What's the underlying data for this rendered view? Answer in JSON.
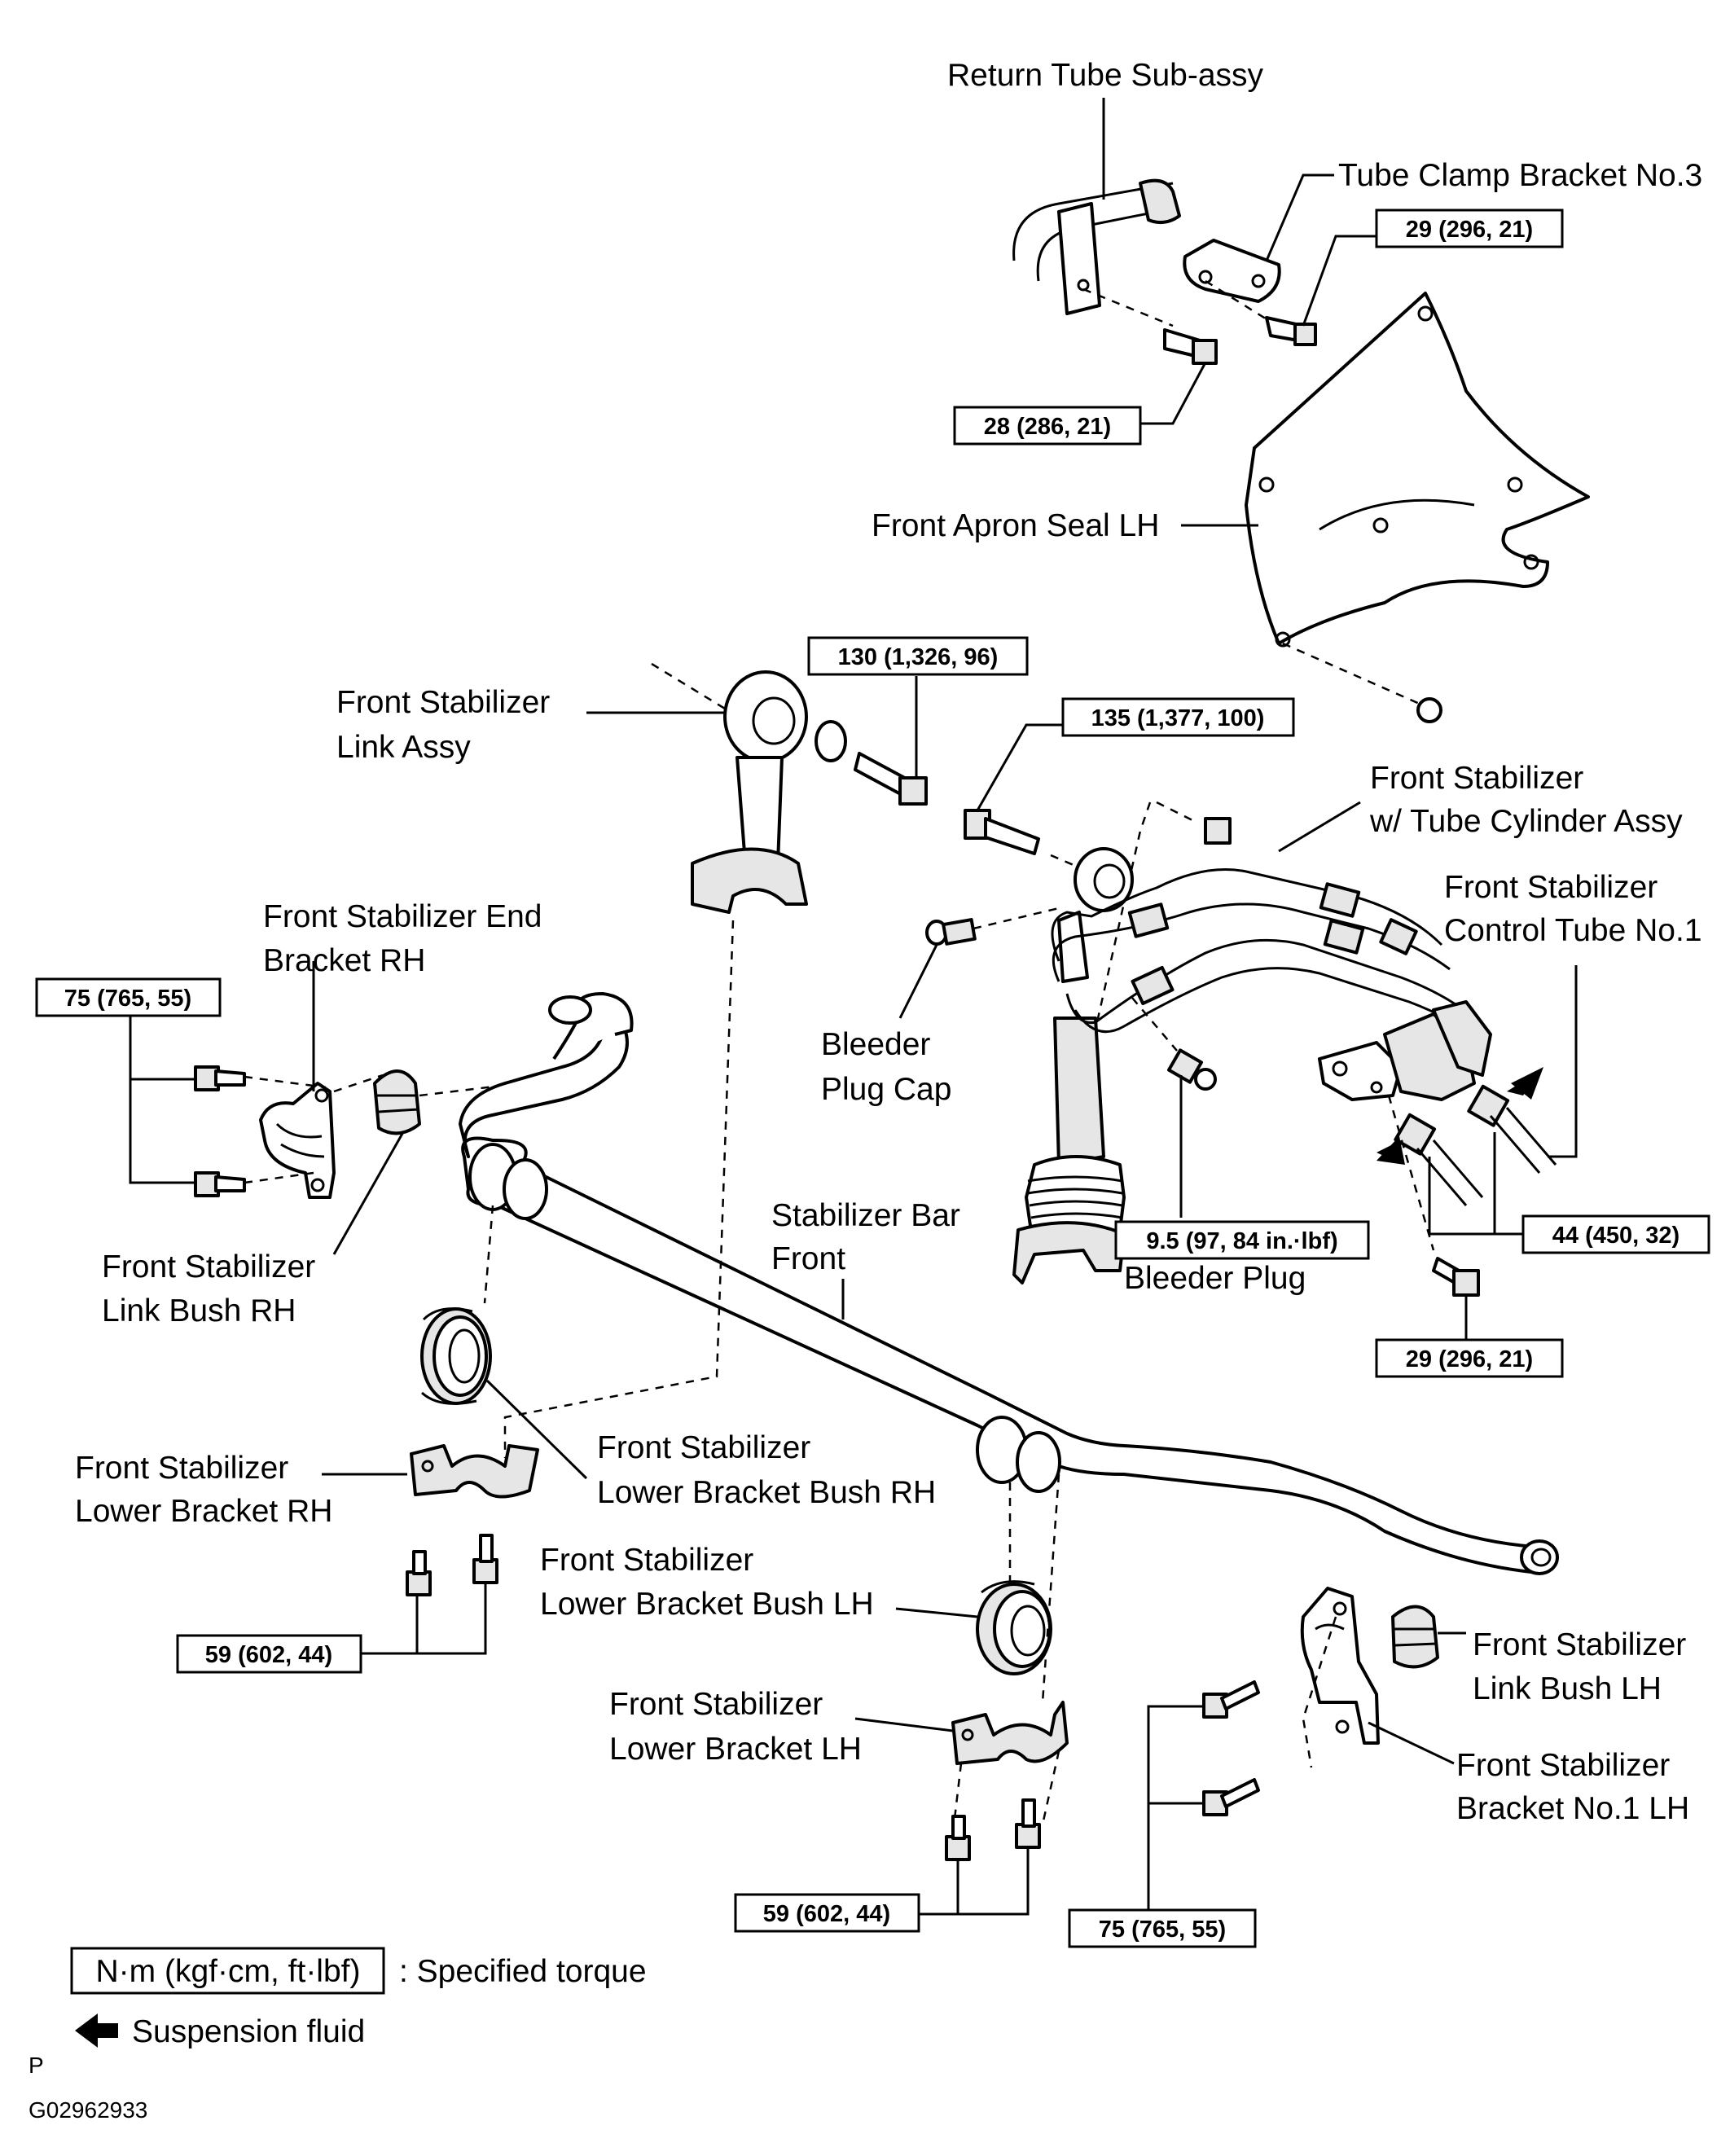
{
  "labels": {
    "return_tube": "Return Tube  Sub-assy",
    "tube_clamp": "Tube Clamp Bracket No.3",
    "apron_seal": "Front Apron Seal LH",
    "link_assy_1": "Front Stabilizer",
    "link_assy_2": "Link Assy",
    "cyl_assy_1": "Front Stabilizer",
    "cyl_assy_2a": "w/ Tube",
    "cyl_assy_2b": " Cylinder Assy",
    "control_tube_1": "Front Stabilizer",
    "control_tube_2": "Control Tube No.1",
    "end_bracket_1": "Front Stabilizer End",
    "end_bracket_2": "Bracket RH",
    "bleeder_cap_1": "Bleeder",
    "bleeder_cap_2": "Plug Cap",
    "bar_front_1": "Stabilizer Bar",
    "bar_front_2": "Front",
    "bleeder_plug": "Bleeder Plug",
    "link_bush_rh_1": "Front Stabilizer",
    "link_bush_rh_2": "Link Bush RH",
    "lower_bush_rh_1": "Front Stabilizer",
    "lower_bush_rh_2": "Lower Bracket Bush RH",
    "lower_bracket_rh_1": "Front Stabilizer",
    "lower_bracket_rh_2": "Lower Bracket RH",
    "lower_bush_lh_1": "Front Stabilizer",
    "lower_bush_lh_2": "Lower Bracket Bush LH",
    "lower_bracket_lh_1": "Front Stabilizer",
    "lower_bracket_lh_2": "Lower Bracket LH",
    "link_bush_lh_1": "Front Stabilizer",
    "link_bush_lh_2": "Link Bush LH",
    "bracket_no1_lh_1": "Front Stabilizer",
    "bracket_no1_lh_2": "Bracket No.1 LH"
  },
  "torques": {
    "t_29a": "29 (296, 21)",
    "t_28": "28 (286, 21)",
    "t_130": "130 (1,326, 96)",
    "t_135": "135 (1,377, 100)",
    "t_75a": "75 (765, 55)",
    "t_9_5": "9.5 (97, 84 in.·lbf)",
    "t_44": "44 (450, 32)",
    "t_29b": "29 (296, 21)",
    "t_59a": "59 (602, 44)",
    "t_59b": "59 (602, 44)",
    "t_75b": "75 (765, 55)"
  },
  "legend": {
    "unit": "N·m (kgf·cm, ft·lbf)",
    "unit_desc": ": Specified torque",
    "fluid": "Suspension fluid"
  },
  "footer": {
    "code_p": "P",
    "image_code": "G02962933"
  }
}
